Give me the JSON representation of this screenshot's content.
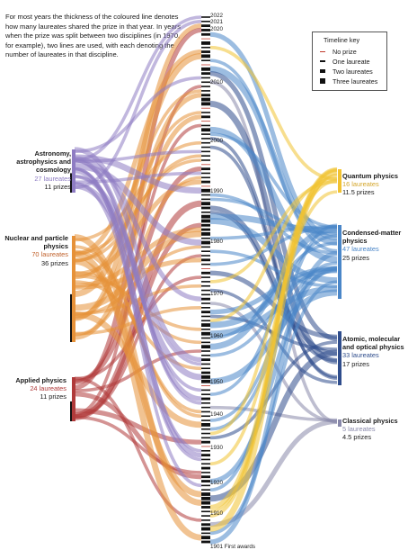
{
  "intro_text": "For most years the thickness of the coloured line denotes how many laureates shared the prize in that year. In years when the prize was split between two disciplines (in 1970, for example), two lines are used, with each denoting the number of laureates in that discipline.",
  "key": {
    "title": "Timeline key",
    "items": [
      {
        "label": "No prize",
        "color": "#c0392b"
      },
      {
        "label": "One laureate",
        "color": "#111111"
      },
      {
        "label": "Two laureates",
        "color": "#111111"
      },
      {
        "label": "Three laureates",
        "color": "#111111"
      }
    ]
  },
  "disciplines_left": [
    {
      "name": "Astronomy, astrophysics and cosmology",
      "laureates": "27 laureates",
      "prizes": "11 prizes",
      "color": "#8e7cc3"
    },
    {
      "name": "Nuclear and particle physics",
      "laureates": "70 laureates",
      "prizes": "36 prizes",
      "color": "#e69138"
    },
    {
      "name": "Applied physics",
      "laureates": "24 laureates",
      "prizes": "11 prizes",
      "color": "#b03a3a"
    }
  ],
  "disciplines_right": [
    {
      "name": "Quantum physics",
      "laureates": "16 laureates",
      "prizes": "11.5 prizes",
      "color": "#f1c232"
    },
    {
      "name": "Condensed-matter physics",
      "laureates": "47 laureates",
      "prizes": "25 prizes",
      "color": "#4a86c8"
    },
    {
      "name": "Atomic, molecular and optical physics",
      "laureates": "33 laureates",
      "prizes": "17 prizes",
      "color": "#2f4d8c"
    },
    {
      "name": "Classical physics",
      "laureates": "5 laureates",
      "prizes": "4.5 prizes",
      "color": "#8888aa"
    }
  ],
  "year_labels": [
    "2022",
    "2021",
    "2020",
    "2010",
    "2000",
    "1990",
    "1980",
    "1970",
    "1960",
    "1950",
    "1940",
    "1930",
    "1920",
    "1910",
    "1901 First awards"
  ]
}
